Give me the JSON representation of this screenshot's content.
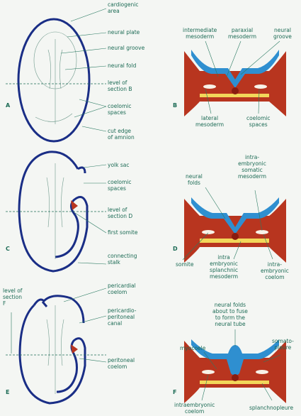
{
  "colors": {
    "embryo_outline": "#1a2e86",
    "label_text": "#1c6b55",
    "mesoderm_red": "#b8351f",
    "ectoderm_blue": "#2f8fd0",
    "endoderm_yellow": "#f2d75a",
    "background": "#f4f6f3"
  },
  "panels": {
    "A": {
      "letter": "A",
      "labels": {
        "cardiogenic": "cardiogenic\narea",
        "neural_plate": "neural plate",
        "neural_groove": "neural groove",
        "neural_fold": "neural fold",
        "level": "level of\nsection B",
        "coelomic": "coelomic\nspaces",
        "cut_edge": "cut edge\nof amnion"
      }
    },
    "B": {
      "letter": "B",
      "labels": {
        "intermediate": "intermediate\nmesoderm",
        "paraxial": "paraxial\nmesoderm",
        "neural_groove": "neural\ngroove",
        "lateral": "lateral\nmesoderm",
        "coelomic": "coelomic\nspaces"
      }
    },
    "C": {
      "letter": "C",
      "labels": {
        "yolk_sac": "yolk sac",
        "coelomic": "coelomic\nspaces",
        "level": "level of\nsection D",
        "first_somite": "first somite",
        "connecting_stalk": "connecting\nstalk"
      }
    },
    "D": {
      "letter": "D",
      "labels": {
        "intra_somatic": "intra-\nembryonic\nsomatic\nmesoderm",
        "neural_folds": "neural\nfolds",
        "somite": "somite",
        "intra_splanchnic": "intra\nembryonic\nsplanchnic\nmesoderm",
        "intra_coelom": "intra-\nembryonic\ncoelom"
      }
    },
    "E": {
      "letter": "E",
      "labels": {
        "level": "level of\nsection\nF",
        "pericardial": "pericardial\ncoelom",
        "pericardio_peritoneal": "pericardio-\nperitoneal\ncanal",
        "peritoneal": "peritoneal\ncoelom"
      }
    },
    "F": {
      "letter": "F",
      "labels": {
        "neural_folds_fuse": "neural folds\nabout to fuse\nto form the\nneural tube",
        "myocoele": "myocoele",
        "somatopleure": "somato-\npleure",
        "intraembryonic_coelom": "intraembryonic\ncoelom",
        "splanchnopleure": "splanchnopleure"
      }
    }
  }
}
